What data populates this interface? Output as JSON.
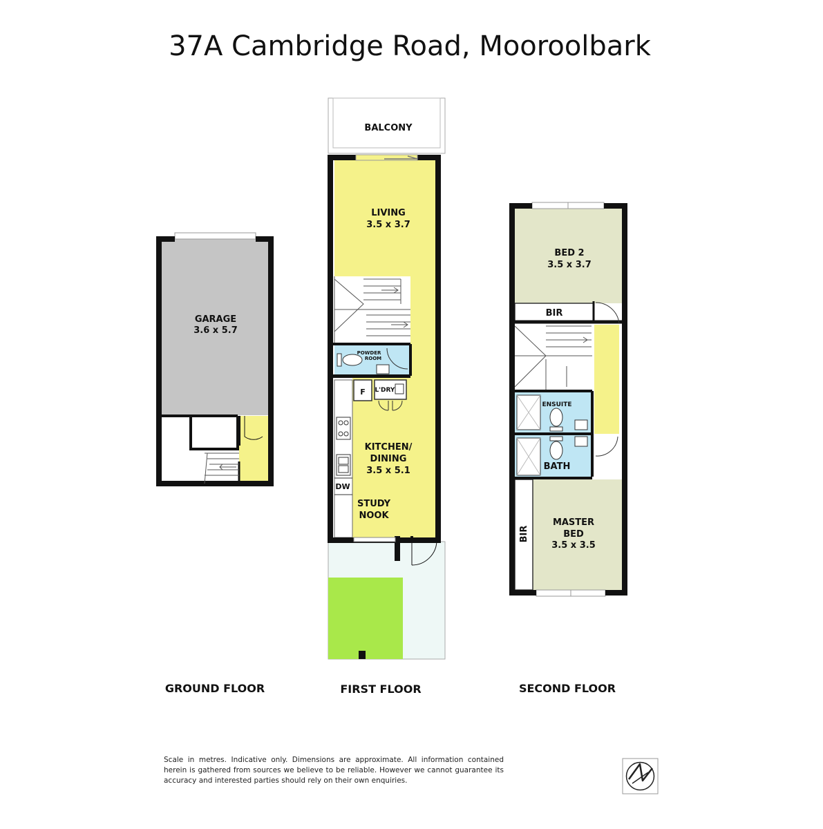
{
  "title": "37A Cambridge Road, Mooroolbark",
  "colors": {
    "wall": "#111111",
    "living": "#f5f28a",
    "bedroom": "#e3e6c9",
    "garage": "#c5c5c5",
    "wet_area": "#bfe6f4",
    "courtyard": "#eef8f6",
    "lawn": "#a9e84a"
  },
  "ground_floor": {
    "label": "GROUND FLOOR",
    "garage": {
      "name": "GARAGE",
      "size": "3.6 x 5.7"
    }
  },
  "first_floor": {
    "label": "FIRST FLOOR",
    "balcony": "BALCONY",
    "living": {
      "name": "LIVING",
      "size": "3.5 x 3.7"
    },
    "powder_room": [
      "POWDER",
      "ROOM"
    ],
    "fridge": "F",
    "laundry": "L'DRY",
    "kitchen": {
      "name1": "KITCHEN/",
      "name2": "DINING",
      "size": "3.5 x 5.1"
    },
    "dishwasher": "DW",
    "study": [
      "STUDY",
      "NOOK"
    ]
  },
  "second_floor": {
    "label": "SECOND FLOOR",
    "bed2": {
      "name": "BED 2",
      "size": "3.5 x 3.7"
    },
    "bir_top": "BIR",
    "ensuite": "ENSUITE",
    "bath": "BATH",
    "bir_side": "BIR",
    "master": {
      "name1": "MASTER",
      "name2": "BED",
      "size": "3.5 x 3.5"
    }
  },
  "disclaimer": "Scale in metres. Indicative only. Dimensions are approximate.  All information contained herein is gathered from sources we believe to be reliable. However we cannot guarantee its accuracy and interested parties should rely on their own enquiries.",
  "compass_icon": "north-arrow-icon"
}
